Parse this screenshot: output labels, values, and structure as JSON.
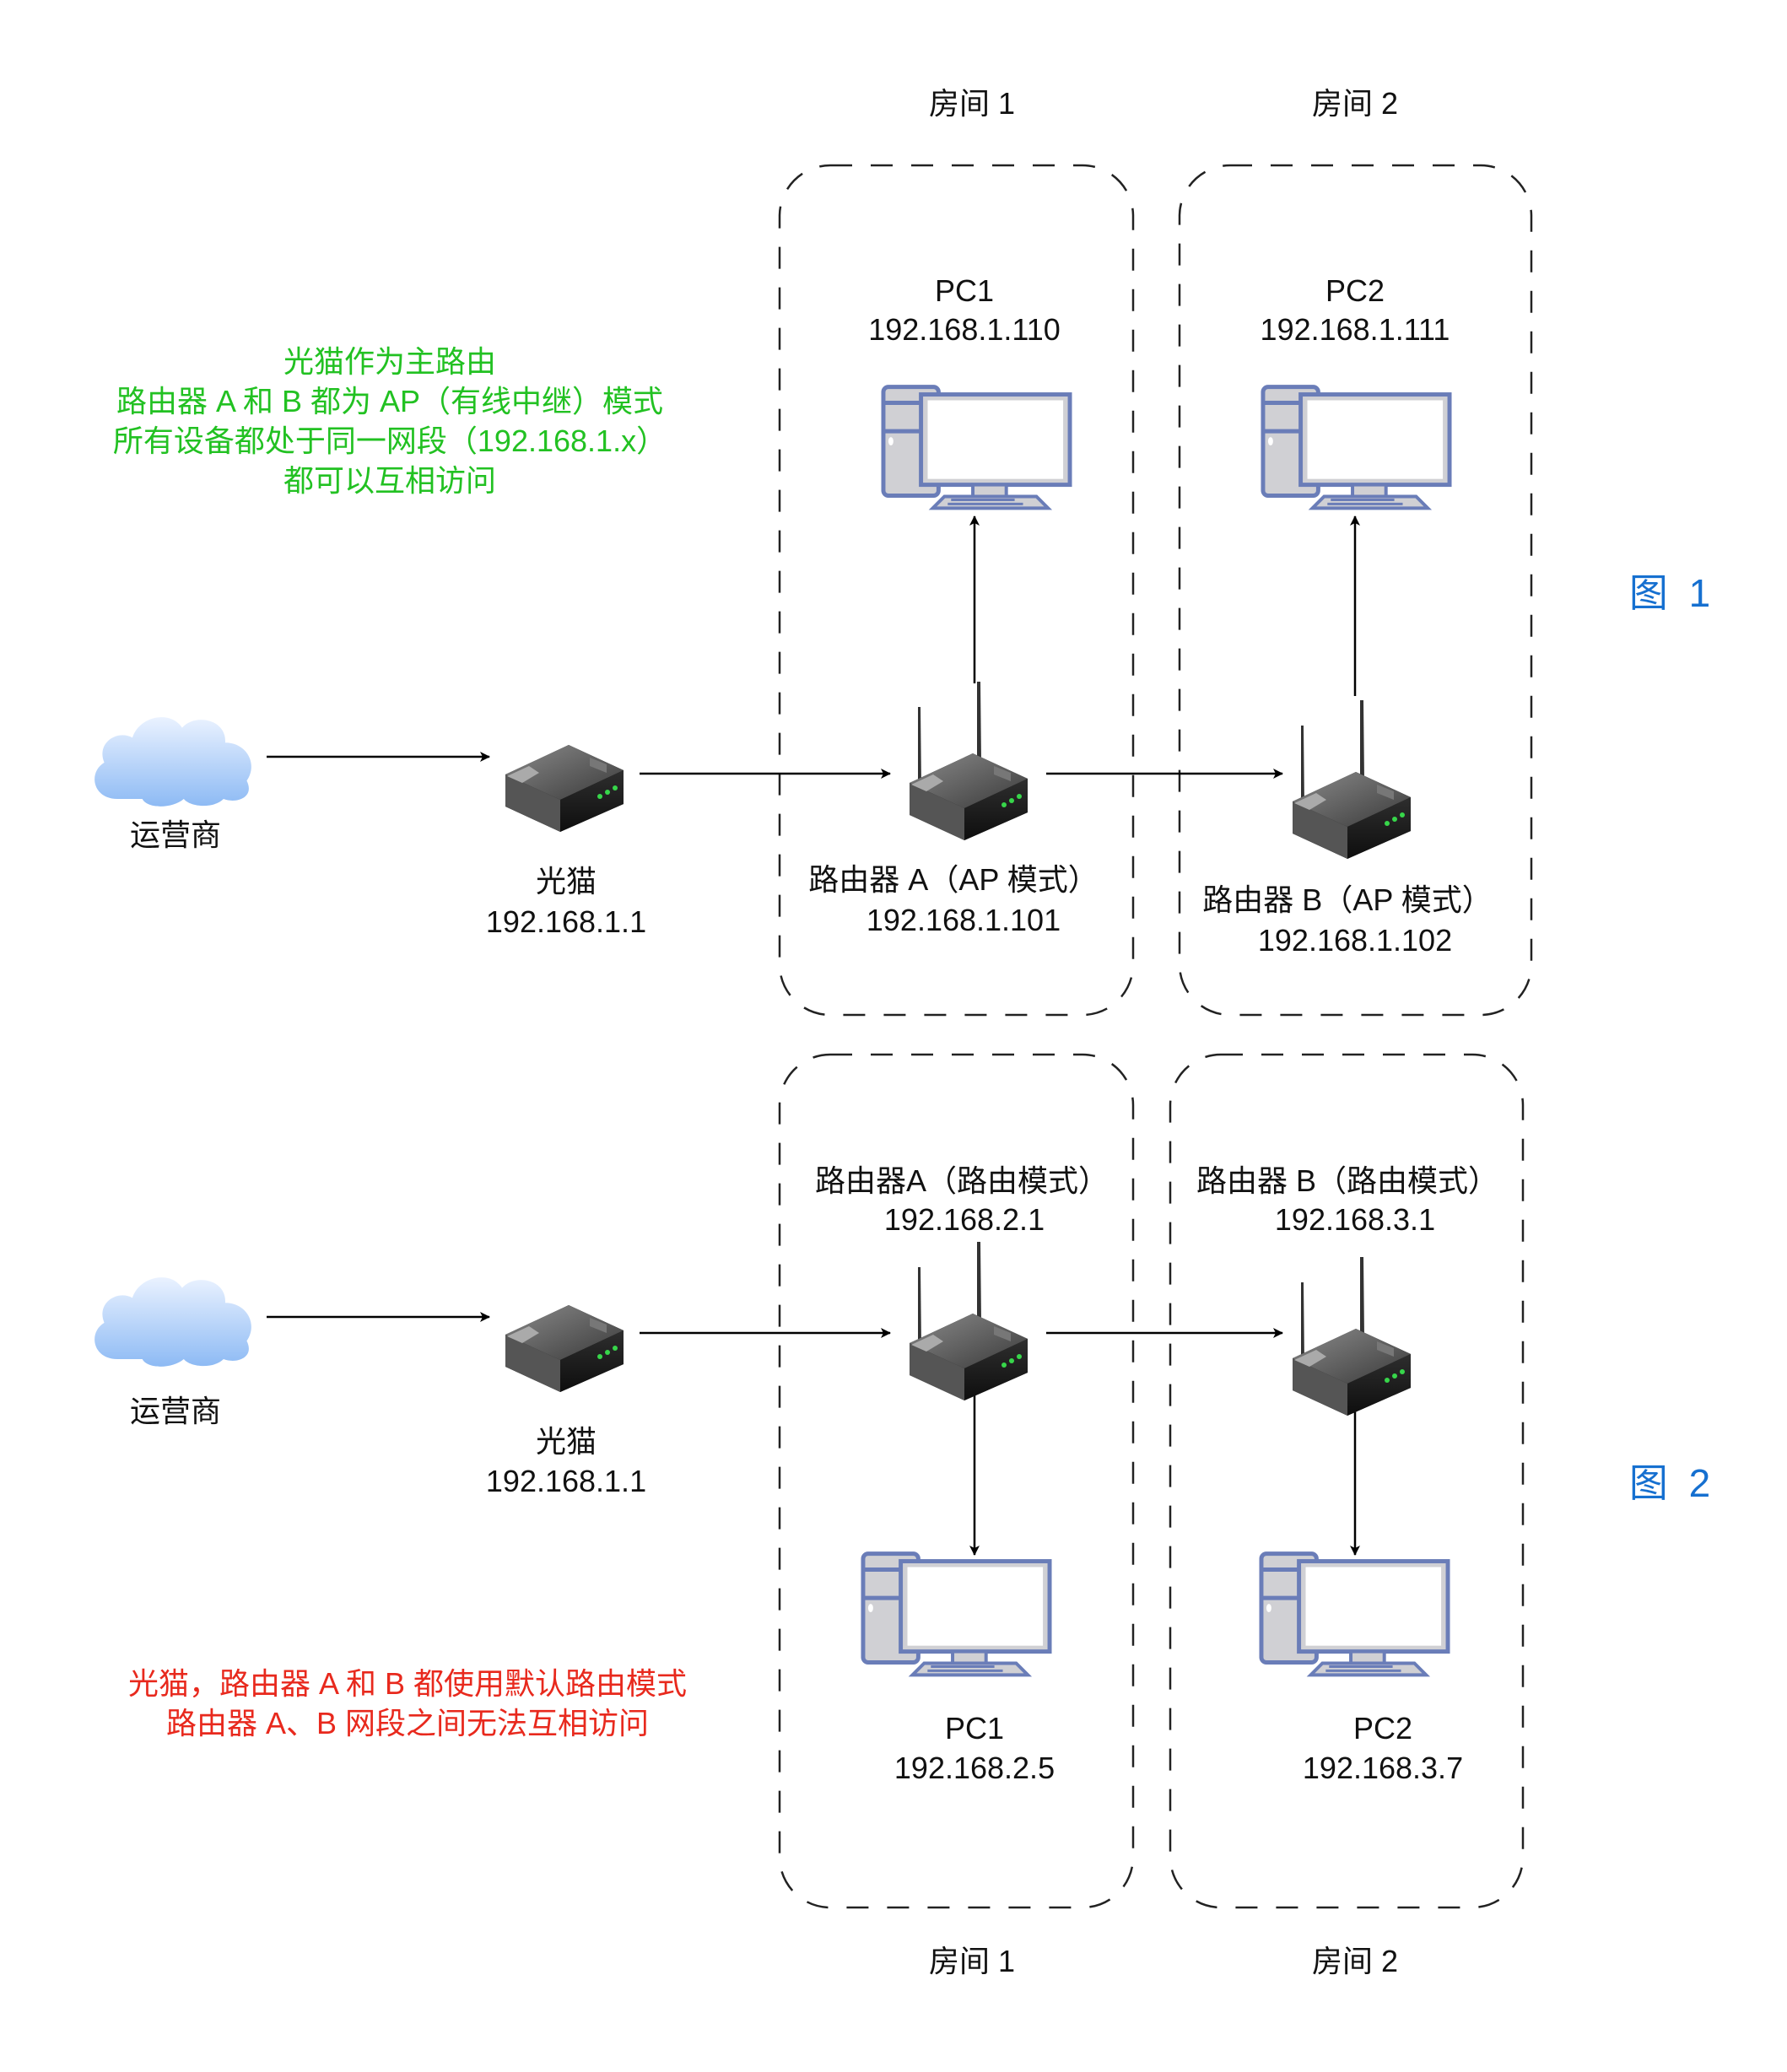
{
  "figure1": {
    "caption": "图 1",
    "room_labels": [
      "房间 1",
      "房间 2"
    ],
    "note_color": "#22c122",
    "note_lines": [
      "光猫作为主路由",
      "路由器 A 和 B 都为 AP（有线中继）模式",
      "所有设备都处于同一网段（192.168.1.x）",
      "都可以互相访问"
    ],
    "isp": {
      "label": "运营商",
      "icon": "cloud-icon"
    },
    "modem": {
      "name": "光猫",
      "ip": "192.168.1.1",
      "icon": "router-icon"
    },
    "router_a": {
      "name": "路由器 A（AP 模式）",
      "ip": "192.168.1.101",
      "icon": "wireless-router-icon"
    },
    "router_b": {
      "name": "路由器 B（AP 模式）",
      "ip": "192.168.1.102",
      "icon": "wireless-router-icon"
    },
    "pc1": {
      "name": "PC1",
      "ip": "192.168.1.110",
      "icon": "desktop-pc-icon"
    },
    "pc2": {
      "name": "PC2",
      "ip": "192.168.1.111",
      "icon": "desktop-pc-icon"
    }
  },
  "figure2": {
    "caption": "图 2",
    "room_labels": [
      "房间 1",
      "房间 2"
    ],
    "note_color": "#e8291d",
    "note_lines": [
      "光猫，路由器 A 和 B 都使用默认路由模式",
      "路由器 A、B 网段之间无法互相访问"
    ],
    "isp": {
      "label": "运营商",
      "icon": "cloud-icon"
    },
    "modem": {
      "name": "光猫",
      "ip": "192.168.1.1",
      "icon": "router-icon"
    },
    "router_a": {
      "name": "路由器A（路由模式）",
      "ip": "192.168.2.1",
      "icon": "wireless-router-icon"
    },
    "router_b": {
      "name": "路由器 B（路由模式）",
      "ip": "192.168.3.1",
      "icon": "wireless-router-icon"
    },
    "pc1": {
      "name": "PC1",
      "ip": "192.168.2.5",
      "icon": "desktop-pc-icon"
    },
    "pc2": {
      "name": "PC2",
      "ip": "192.168.3.7",
      "icon": "desktop-pc-icon"
    }
  },
  "colors": {
    "caption": "#1670d0",
    "pc_outline": "#6a7db8",
    "pc_fill": "#d0d0d4",
    "cloud_top": "#e6f0ff",
    "cloud_bottom": "#8fbdf5",
    "led": "#37d64a"
  }
}
